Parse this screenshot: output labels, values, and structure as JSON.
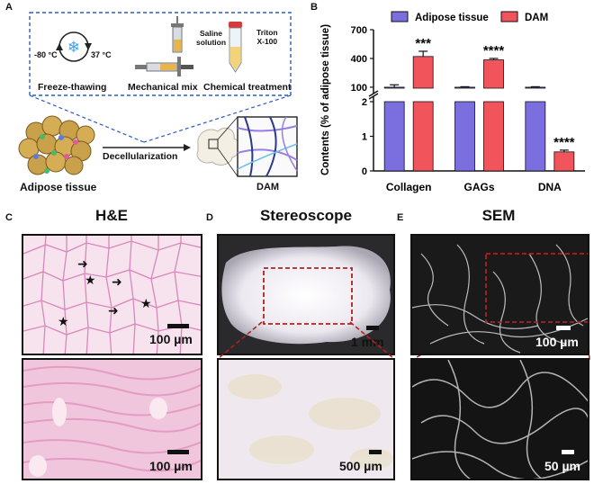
{
  "panels": {
    "a": {
      "letter": "A",
      "temp_low": "-80 °C",
      "temp_high": "37 °C",
      "step1": "Freeze-thawing",
      "step2": "Mechanical mix",
      "step3": "Chemical treatment",
      "saline": "Saline\nsolution",
      "triton": "Triton\nX-100",
      "arrow_label": "Decellularization",
      "left_label": "Adipose tissue",
      "right_label": "DAM"
    },
    "b": {
      "letter": "B"
    },
    "c": {
      "letter": "C",
      "title": "H&E",
      "scale_top": "100 µm",
      "scale_bottom": "100 µm"
    },
    "d": {
      "letter": "D",
      "title": "Stereoscope",
      "scale_top": "1 mm",
      "scale_bottom": "500 µm"
    },
    "e": {
      "letter": "E",
      "title": "SEM",
      "scale_top": "100 µm",
      "scale_bottom": "50 µm"
    }
  },
  "colors": {
    "adipose": "#7b6fe0",
    "dam": "#f2545b",
    "zoom": "#b3201f"
  },
  "chart_data": {
    "type": "bar",
    "categories": [
      "Collagen",
      "GAGs",
      "DNA"
    ],
    "series": [
      {
        "name": "Adipose tissue",
        "values": [
          100,
          100,
          100
        ],
        "errors": [
          25,
          5,
          5
        ]
      },
      {
        "name": "DAM",
        "values": [
          420,
          385,
          0.55
        ],
        "errors": [
          55,
          15,
          0.05
        ]
      }
    ],
    "significance": [
      "***",
      "****",
      "****"
    ],
    "ylabel": "Contents (% of adipose tissue)",
    "axis_break": true,
    "upper_ticks": [
      100,
      400,
      700
    ],
    "lower_ticks": [
      0,
      1,
      2
    ],
    "upper_ylim": [
      90,
      700
    ],
    "lower_ylim": [
      0,
      2
    ]
  }
}
